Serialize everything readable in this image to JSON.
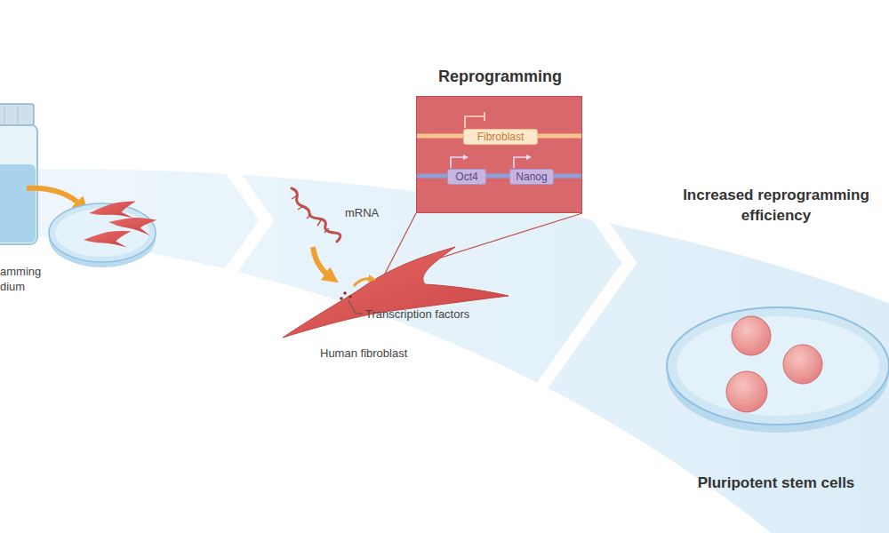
{
  "diagram": {
    "nodes": [
      {
        "text": [
          "Reprogramming"
        ]
      },
      {
        "text": [
          "Fibroblast"
        ],
        "in": 0
      },
      {
        "text": [
          "Oct4"
        ],
        "in": 0
      },
      {
        "text": [
          "Nanog"
        ],
        "in": 0
      }
    ],
    "labels": [
      "amming dium",
      "mRNA",
      "Transcription factors",
      "Human fibroblast",
      "Increased reprogramming efficiency",
      "Pluripotent stem cells"
    ]
  }
}
